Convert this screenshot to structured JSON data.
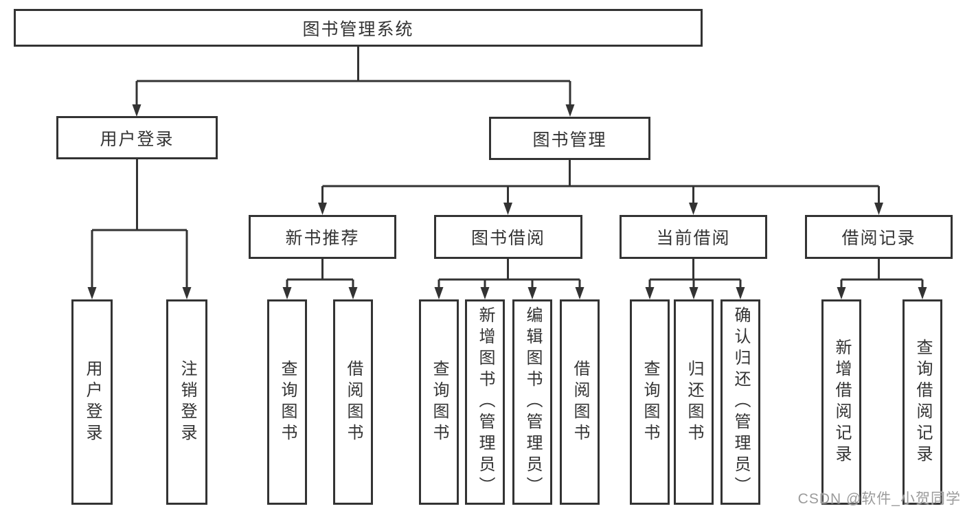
{
  "tree": {
    "root": {
      "label": "图书管理系统"
    },
    "level2": [
      {
        "label": "用户登录"
      },
      {
        "label": "图书管理"
      }
    ],
    "level3": [
      {
        "label": "新书推荐"
      },
      {
        "label": "图书借阅"
      },
      {
        "label": "当前借阅"
      },
      {
        "label": "借阅记录"
      }
    ],
    "leaves": {
      "login": [
        "用户登录",
        "注销登录"
      ],
      "recommend": [
        "查询图书",
        "借阅图书"
      ],
      "borrow": [
        "查询图书",
        "新增图书（管理员）",
        "编辑图书（管理员）",
        "借阅图书"
      ],
      "current": [
        "查询图书",
        "归还图书",
        "确认归还（管理员）"
      ],
      "records": [
        "新增借阅记录",
        "查询借阅记录"
      ]
    }
  },
  "watermark": {
    "text": "CSDN @软件_小贺同学"
  },
  "colors": {
    "line": "#333333",
    "text": "#333333",
    "watermark": "#9b9b9b",
    "background": "#ffffff"
  }
}
